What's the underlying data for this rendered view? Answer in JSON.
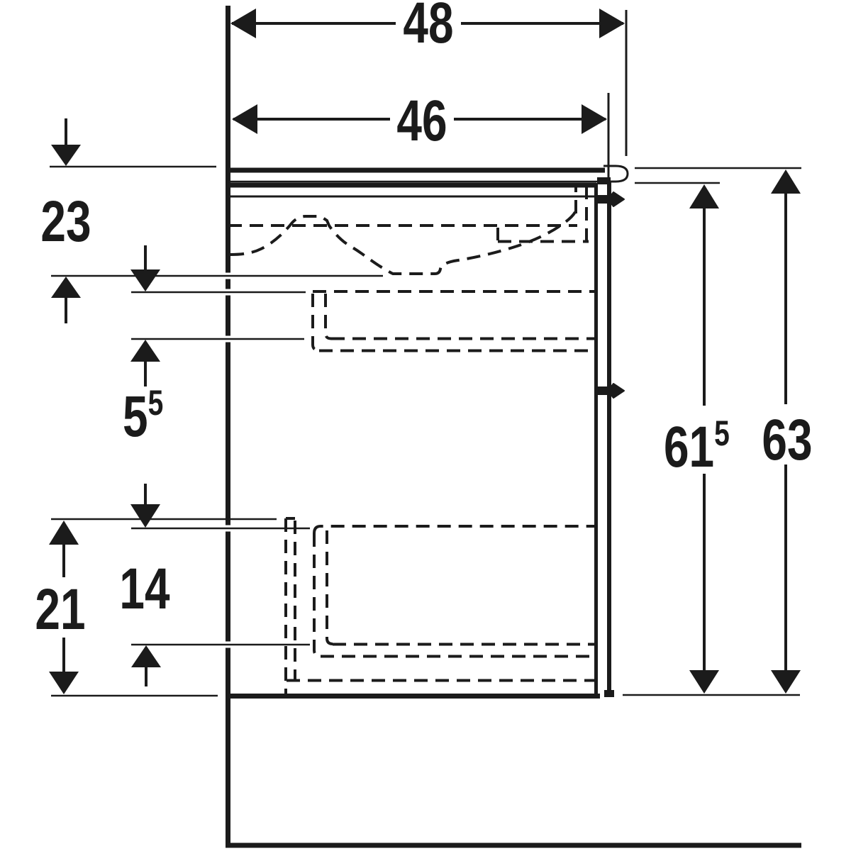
{
  "colors": {
    "ink": "#1b1b1b",
    "background": "#ffffff"
  },
  "dimensions": {
    "overall_width": "48",
    "cabinet_depth": "46",
    "basin_top_to_bowl_bottom": "23",
    "top_drawer_offset": {
      "main": "5",
      "sup": "5"
    },
    "cabinet_height": {
      "main": "61",
      "sup": "5"
    },
    "overall_height": "63",
    "inner_drawer_height": "14",
    "lower_drawer_height": "21"
  }
}
